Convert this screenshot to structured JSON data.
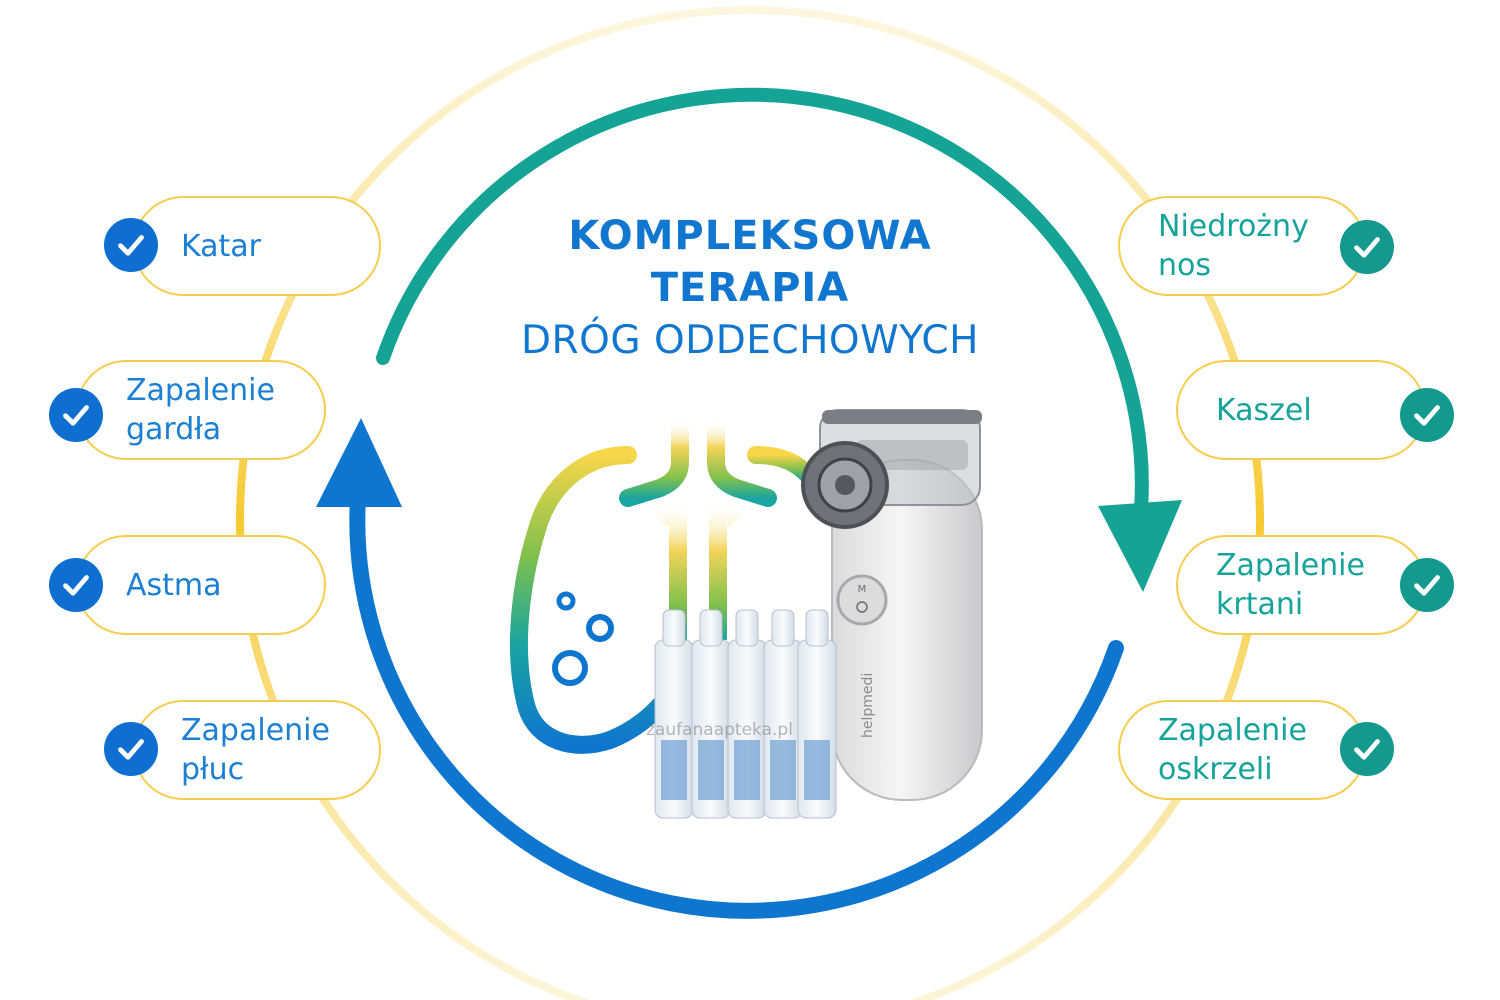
{
  "heading": {
    "line1": "KOMPLEKSOWA",
    "line2": "TERAPIA",
    "line3": "DRÓG ODDECHOWYCH"
  },
  "conditions_left": [
    {
      "label": "Katar"
    },
    {
      "label": "Zapalenie\ngardła"
    },
    {
      "label": "Astma"
    },
    {
      "label": "Zapalenie\npłuc"
    }
  ],
  "conditions_right": [
    {
      "label": "Niedrożny\nnos"
    },
    {
      "label": "Kaszel"
    },
    {
      "label": "Zapalenie\nkrtani"
    },
    {
      "label": "Zapalenie\noskrzeli"
    }
  ],
  "product": {
    "device_brand": "helpmedi",
    "watermark": "zaufanaapteka.pl"
  },
  "colors": {
    "blue": "#0f76d0",
    "teal": "#14a394",
    "yellow": "#f6cd4c",
    "green": "#86c24a"
  }
}
